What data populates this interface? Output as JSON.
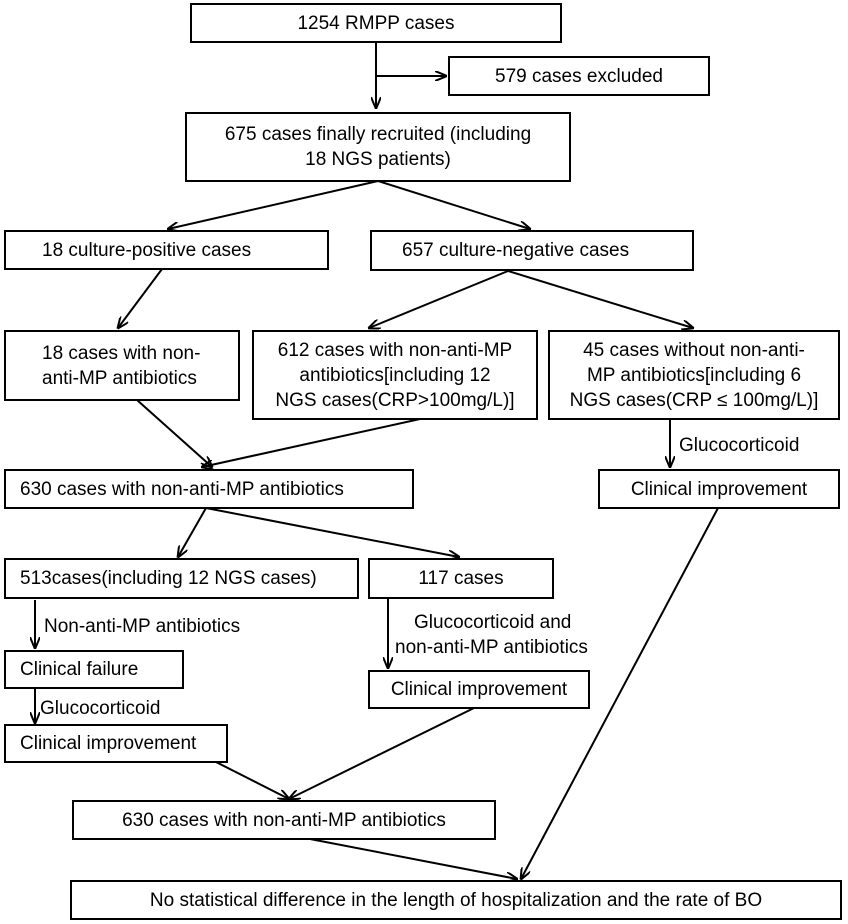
{
  "boxes": {
    "rmpp": "1254 RMPP cases",
    "excluded": "579 cases excluded",
    "recruited_l1": "675 cases finally recruited (including",
    "recruited_l2": "18 NGS patients)",
    "culture_pos": "18 culture-positive cases",
    "culture_neg": "657 culture-negative cases",
    "pos_nonanti_l1": "18 cases with non-",
    "pos_nonanti_l2": "anti-MP antibiotics",
    "neg612_l1": "612 cases with non-anti-MP",
    "neg612_l2": "antibiotics[including 12",
    "neg612_l3": "NGS cases(CRP>100mg/L)]",
    "neg45_l1": "45 cases without non-anti-",
    "neg45_l2": "MP antibiotics[including 6",
    "neg45_l3": "NGS cases(CRP ≤ 100mg/L)]",
    "total630": "630 cases with non-anti-MP antibiotics",
    "clin_imp_right": "Clinical improvement",
    "c513": "513cases(including 12 NGS cases)",
    "c117": "117 cases",
    "clin_failure": "Clinical failure",
    "clin_imp_mid": "Clinical improvement",
    "clin_imp_left": "Clinical improvement",
    "final630": "630 cases with non-anti-MP antibiotics",
    "conclusion": "No statistical difference in the length of hospitalization and the rate of BO"
  },
  "labels": {
    "glucocorticoid_right": "Glucocorticoid",
    "non_anti_mp": "Non-anti-MP antibiotics",
    "gluco_nonanti_l1": "Glucocorticoid and",
    "gluco_nonanti_l2": "non-anti-MP antibiotics",
    "glucocorticoid_left": "Glucocorticoid"
  }
}
